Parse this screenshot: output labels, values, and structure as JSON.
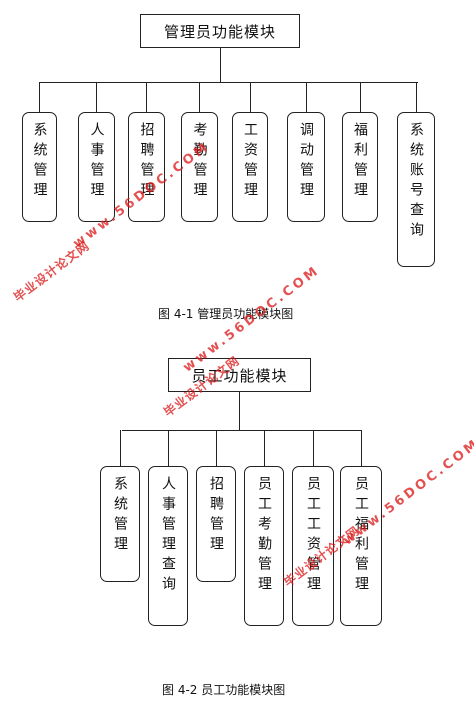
{
  "diagram1": {
    "root": "管理员功能模块",
    "children": [
      "系统管理",
      "人事管理",
      "招聘管理",
      "考勤管理",
      "工资管理",
      "调动管理",
      "福利管理",
      "系统账号查询"
    ],
    "caption": "图 4-1 管理员功能模块图"
  },
  "diagram2": {
    "root": "员工功能模块",
    "children": [
      "系统管理",
      "人事管理查询",
      "招聘管理",
      "员工考勤管理",
      "员工工资管理",
      "员工福利管理"
    ],
    "caption": "图 4-2 员工功能模块图"
  },
  "watermark": {
    "text_cn": "毕业设计论文网",
    "text_en": "www.56DOC.COM",
    "color": "#dc1e1e"
  }
}
